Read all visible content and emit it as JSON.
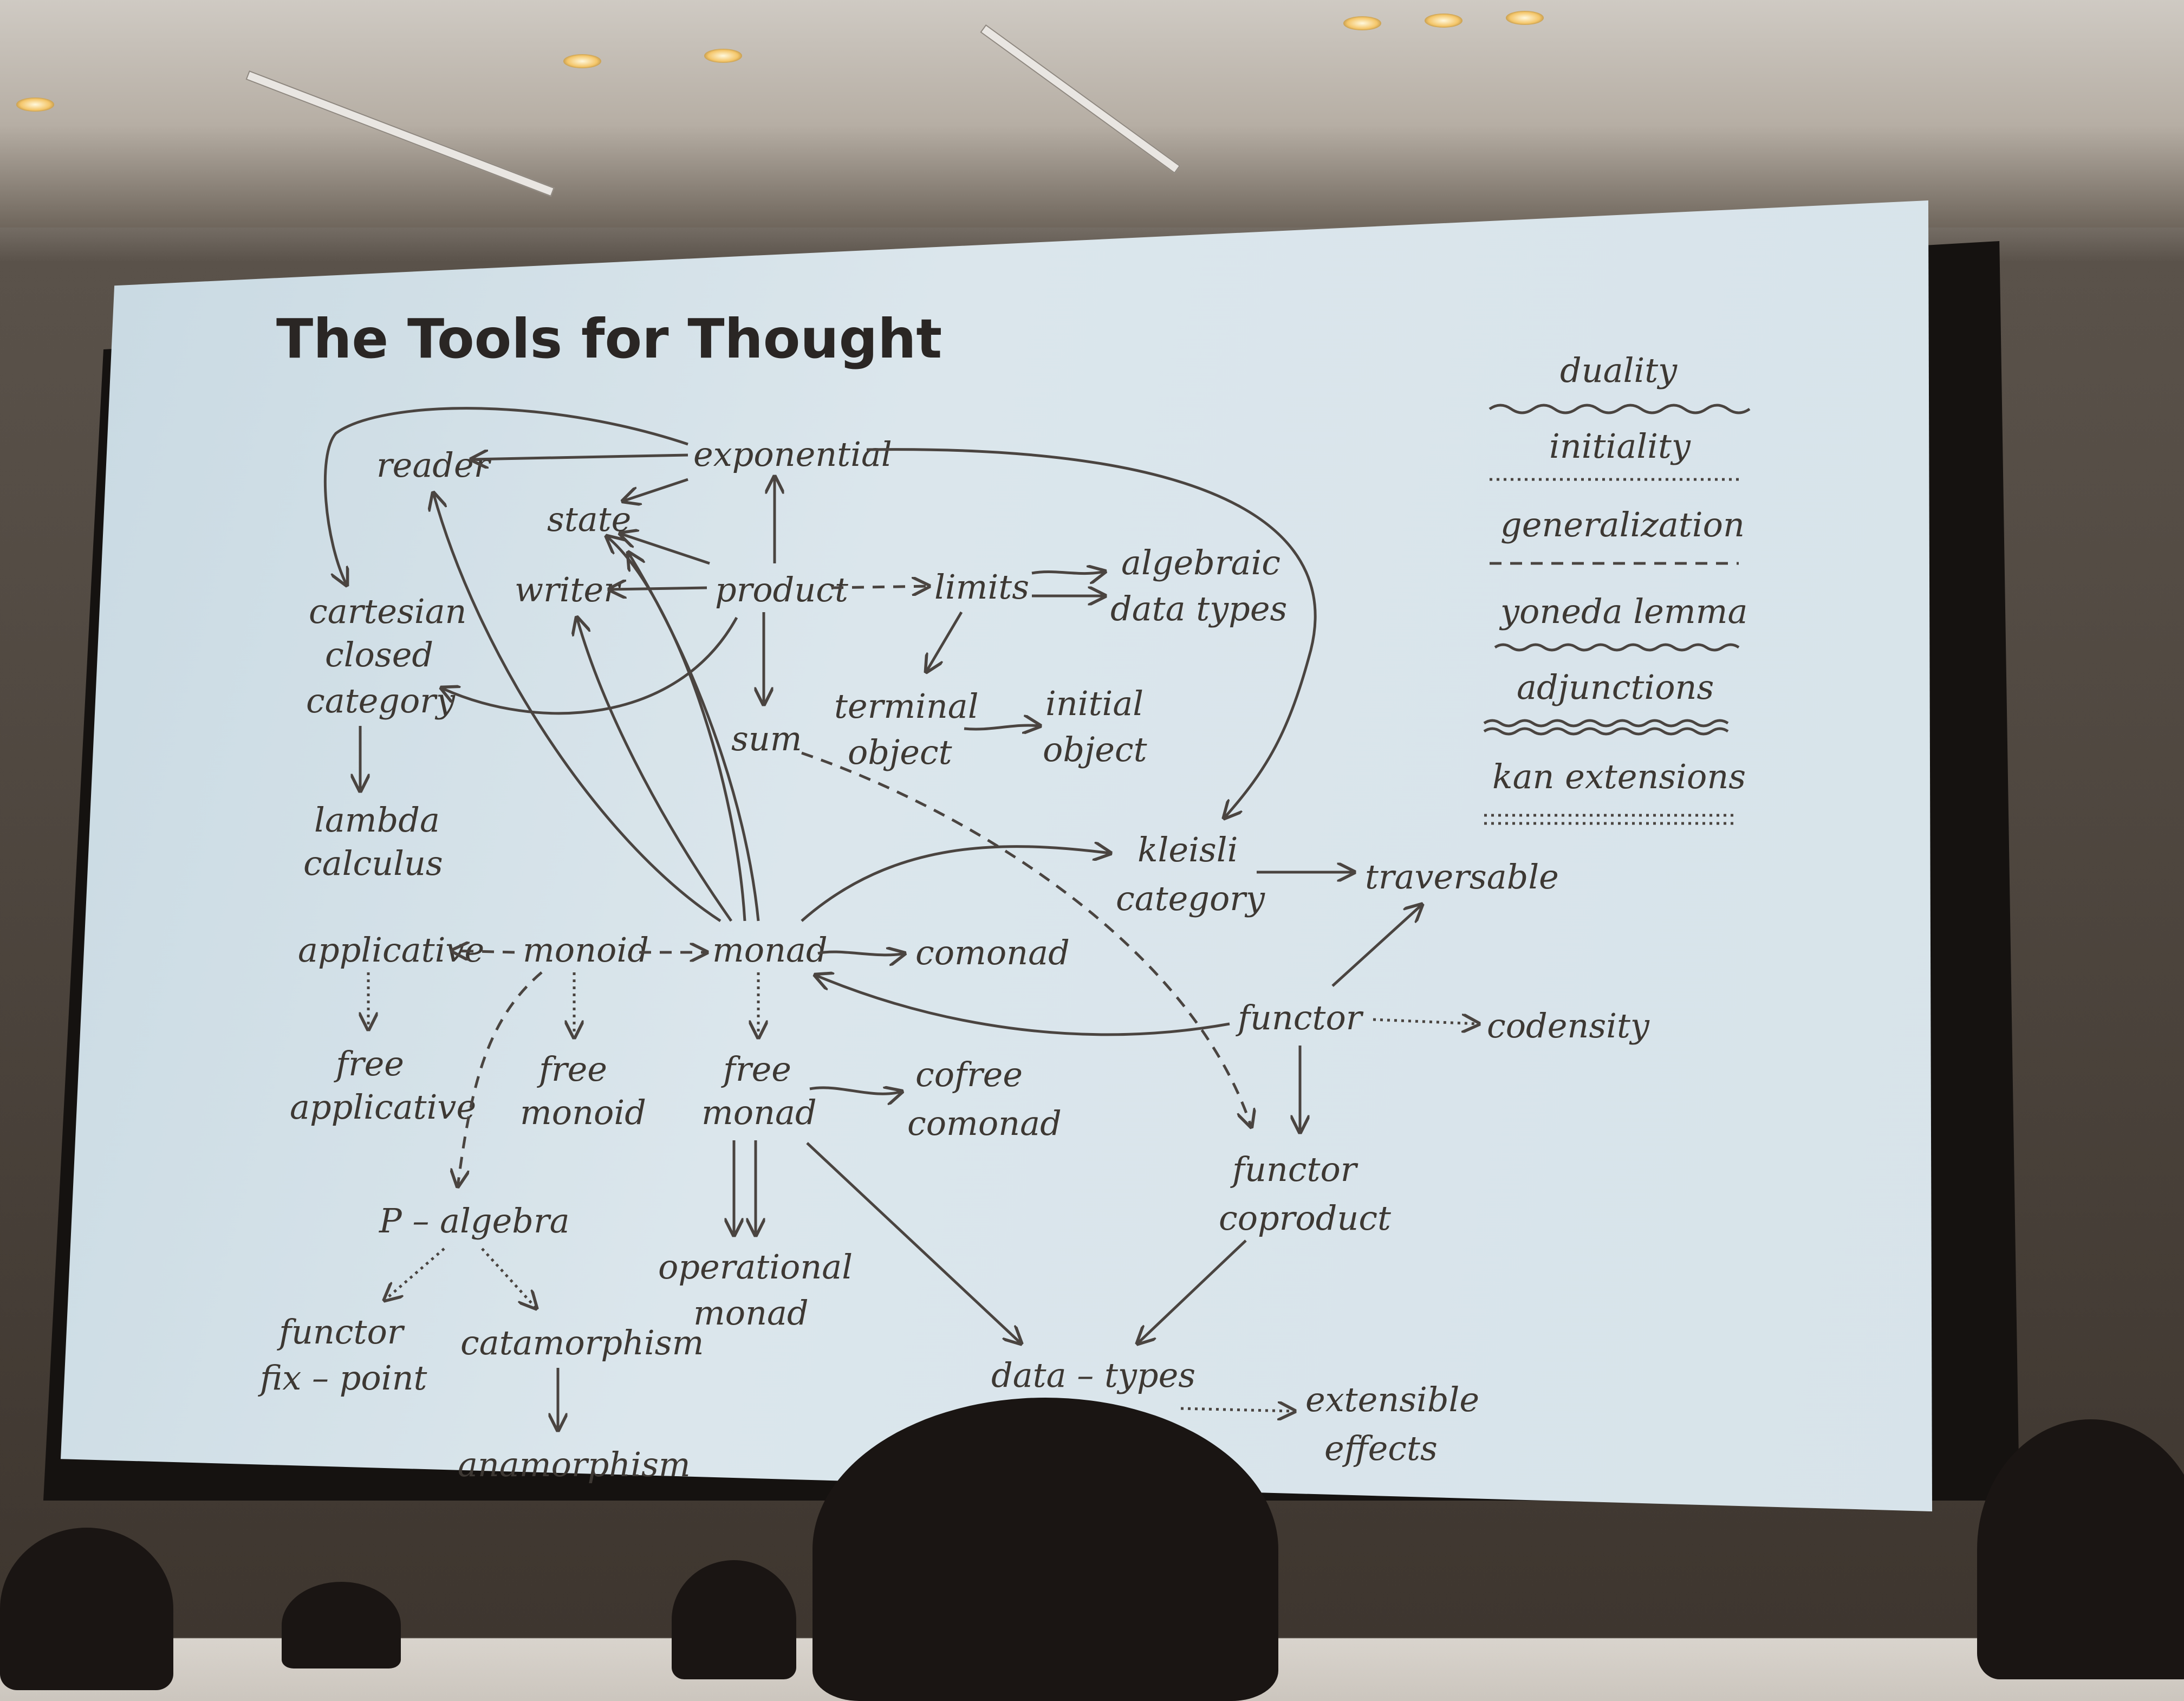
{
  "slide": {
    "title": "The Tools for Thought"
  },
  "legend": [
    {
      "label": "duality",
      "line": "wavy"
    },
    {
      "label": "initiality",
      "line": "dotted"
    },
    {
      "label": "generalization",
      "line": "dashed"
    },
    {
      "label": "yoneda lemma",
      "line": "double-wavy"
    },
    {
      "label": "adjunctions",
      "line": "triple-wavy"
    },
    {
      "label": "kan extensions",
      "line": "double-dotted"
    }
  ],
  "nodes": {
    "reader": "reader",
    "exponential": "exponential",
    "state": "state",
    "writer": "writer",
    "product": "product",
    "limits": "limits",
    "algebraic": "algebraic",
    "data_types": "data types",
    "cartesian": "cartesian",
    "closed": "closed",
    "category": "category",
    "sum": "sum",
    "terminal": "terminal",
    "object1": "object",
    "initial": "initial",
    "object2": "object",
    "lambda": "lambda",
    "calculus": "calculus",
    "kleisli": "kleisli",
    "category2": "category",
    "traversable": "traversable",
    "applicative": "applicative",
    "monoid": "monoid",
    "monad": "monad",
    "comonad": "comonad",
    "functor": "functor",
    "codensity": "codensity",
    "free1": "free",
    "applicative2": "applicative",
    "free2": "free",
    "monoid2": "monoid",
    "free3": "free",
    "monad2": "monad",
    "cofree": "cofree",
    "comonad2": "comonad",
    "functor2": "functor",
    "coproduct": "coproduct",
    "p_algebra": "P – algebra",
    "operational": "operational",
    "monad3": "monad",
    "functor3": "functor",
    "fix_point": "fix – point",
    "catamorphism": "catamorphism",
    "anamorphism": "anamorphism",
    "data_types2": "data – types",
    "extensible": "extensible",
    "effects": "effects"
  },
  "colors": {
    "slide_bg": "#d7e3ea",
    "ink": "#3d3833",
    "room": "#3e362f"
  }
}
